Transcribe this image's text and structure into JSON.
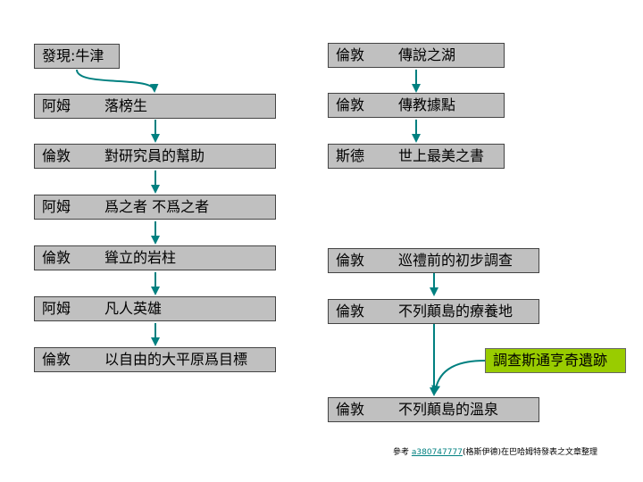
{
  "colors": {
    "box_fill": "#c0c0c0",
    "box_border": "#444444",
    "connector": "#008080",
    "highlight_fill": "#99cc00"
  },
  "left_column": [
    {
      "text": "發現:牛津"
    },
    {
      "place": "阿姆",
      "event": "落榜生"
    },
    {
      "place": "倫敦",
      "event": "對研究員的幫助"
    },
    {
      "place": "阿姆",
      "event": "爲之者 不爲之者"
    },
    {
      "place": "倫敦",
      "event": "聳立的岩柱"
    },
    {
      "place": "阿姆",
      "event": "凡人英雄"
    },
    {
      "place": "倫敦",
      "event": "以自由的大平原爲目標"
    }
  ],
  "right_column": [
    {
      "place": "倫敦",
      "event": "傳說之湖"
    },
    {
      "place": "倫敦",
      "event": "傳教據點"
    },
    {
      "place": "斯德",
      "event": "世上最美之書"
    },
    {
      "place": "倫敦",
      "event": "巡禮前的初步調查"
    },
    {
      "place": "倫敦",
      "event": "不列顛島的療養地"
    },
    {
      "place": "倫敦",
      "event": "不列顛島的溫泉"
    }
  ],
  "side_note": "調查斯通亨奇遺跡",
  "footer": {
    "prefix": "參考",
    "link": "a380747777",
    "suffix": "(格斯伊德)在巴哈姆特發表之文章整理"
  }
}
